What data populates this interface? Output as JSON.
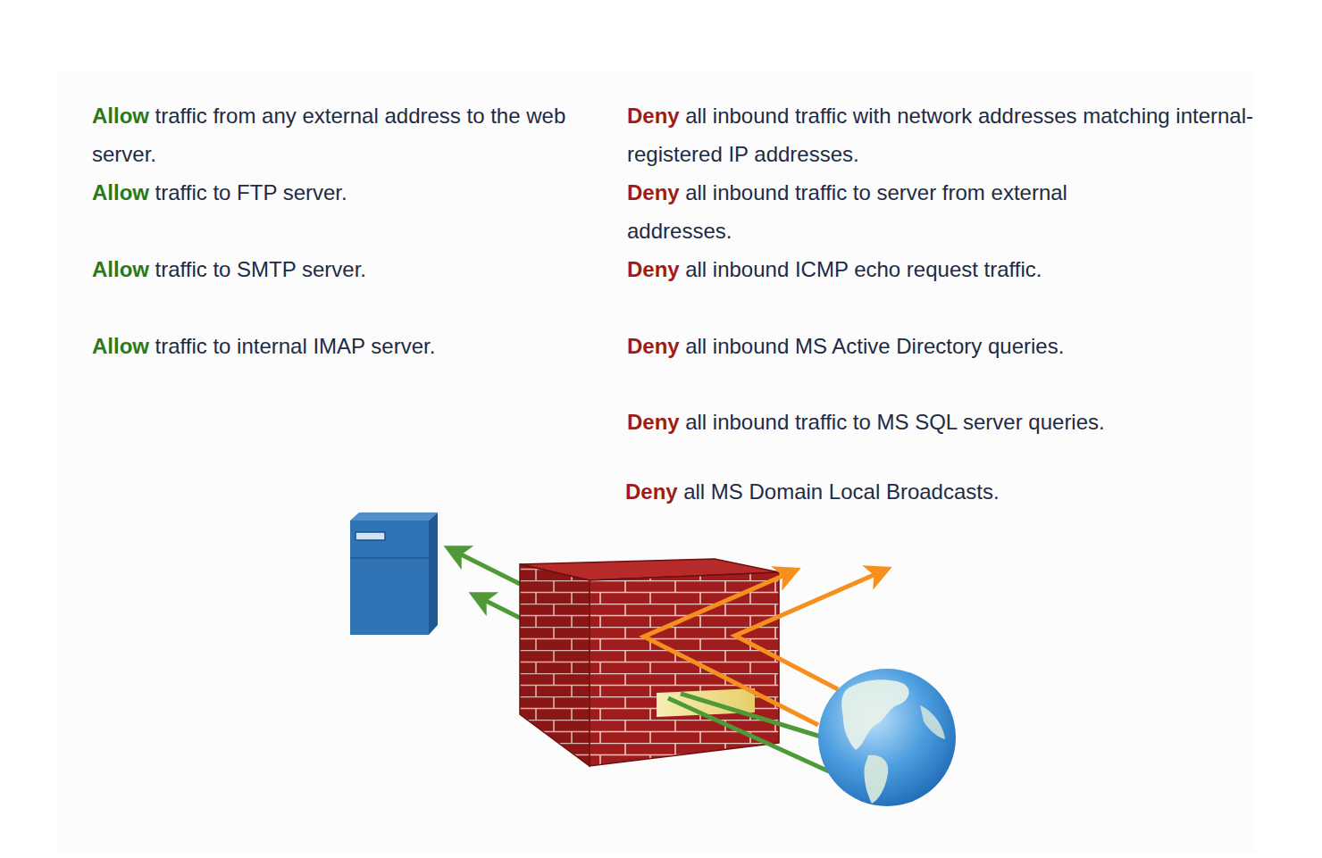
{
  "diagram": {
    "labels": [
      "Allow",
      "traffic from any external address to the web server.",
      "Allow",
      "traffic to FTP server.",
      "Allow",
      "traffic to SMTP server.",
      "Allow",
      "traffic to internal IMAP server.",
      "Deny",
      "all inbound traffic with network addresses matching internal-registered IP addresses.",
      "Deny",
      "all inbound traffic to server from external addresses.",
      "Deny",
      "all inbound ICMP echo request traffic.",
      "Deny",
      "all inbound MS Active Directory queries.",
      "Deny",
      "all inbound traffic to MS SQL server queries.",
      "Deny",
      "all MS Domain Local Broadcasts."
    ]
  }
}
